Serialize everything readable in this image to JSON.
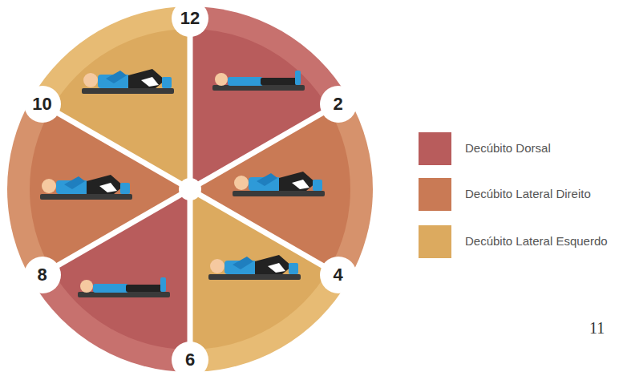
{
  "diagram": {
    "nodes": [
      {
        "text": [
          "12"
        ]
      },
      {
        "text": [
          "2"
        ]
      },
      {
        "text": [
          "4"
        ]
      },
      {
        "text": [
          "6"
        ]
      },
      {
        "text": [
          "8"
        ]
      },
      {
        "text": [
          "10"
        ]
      }
    ],
    "labels": [
      "11"
    ],
    "legend": [
      {
        "text": "Decúbito Dorsal",
        "color": "#b85c5c"
      },
      {
        "text": "Decúbito Lateral Direito",
        "color": "#c97a55"
      },
      {
        "text": "Decúbito Lateral Esquerdo",
        "color": "#dcaa5f"
      }
    ]
  }
}
